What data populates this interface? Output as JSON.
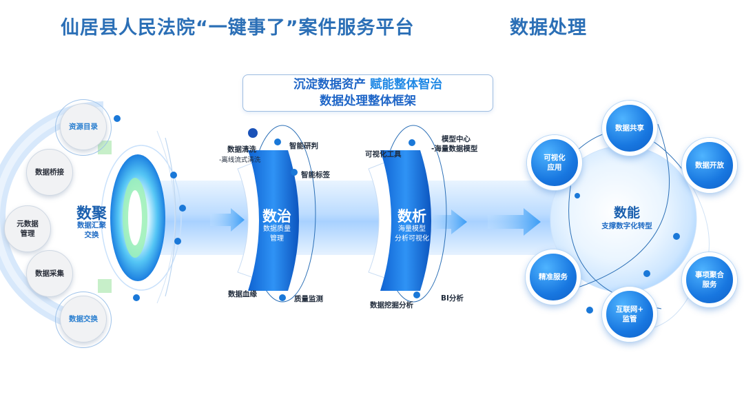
{
  "header": {
    "title": "仙居县人民法院“一键事了”案件服务平台",
    "section": "数据处理"
  },
  "banner": {
    "line1_a": "沉淀数据资产",
    "line1_b": "赋能整体智治",
    "line2": "数据处理整体框架"
  },
  "left_nodes": [
    {
      "label": "资源目录"
    },
    {
      "label": "数据桥接"
    },
    {
      "label": "元数据\n管理"
    },
    {
      "label": "数据采集"
    },
    {
      "label": "数据交换"
    }
  ],
  "stage1": {
    "name": "数聚",
    "sub1": "数据汇聚",
    "sub2": "交换"
  },
  "stage2": {
    "name": "数治",
    "sub1": "数据质量",
    "sub2": "管理",
    "labels": {
      "clean": "数据清洗",
      "clean_sub": "-离线流式清洗",
      "research": "智能研判",
      "tag": "智能标签",
      "lineage": "数据血缘",
      "monitor": "质量监测"
    }
  },
  "stage3": {
    "name": "数析",
    "sub1": "海量模型",
    "sub2": "分析可视化",
    "labels": {
      "viz": "可视化工具",
      "model": "模型中心",
      "model_sub": "-海量数据模型",
      "mining": "数据挖掘分析",
      "bi": "BI分析"
    }
  },
  "stage4": {
    "name": "数能",
    "sub": "支撑数字化转型"
  },
  "right_nodes": [
    {
      "label": "数据共享"
    },
    {
      "label": "可视化\n应用"
    },
    {
      "label": "数据开放"
    },
    {
      "label": "精准服务"
    },
    {
      "label": "事项聚合\n服务"
    },
    {
      "label": "互联网+\n监管"
    }
  ],
  "colors": {
    "primary": "#1a6fd8",
    "title": "#2b6fb6",
    "light": "#cfe6ff"
  }
}
